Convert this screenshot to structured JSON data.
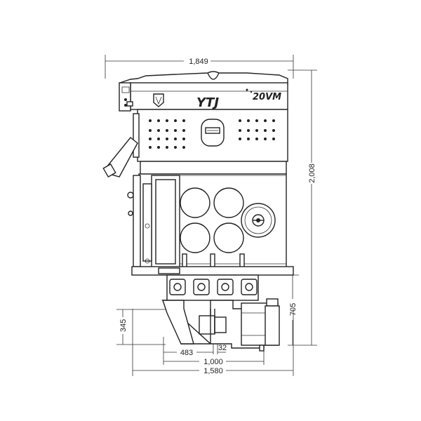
{
  "dimensions": {
    "top_width": "1,849",
    "total_height": "2,008",
    "lower_height": "705",
    "clamp_height": "345",
    "clamp_offset": "483",
    "clamp_gap": "32",
    "clamp_width": "1,000",
    "base_width": "1,580"
  },
  "labels": {
    "brand": "YTJ",
    "model": "20VM"
  }
}
